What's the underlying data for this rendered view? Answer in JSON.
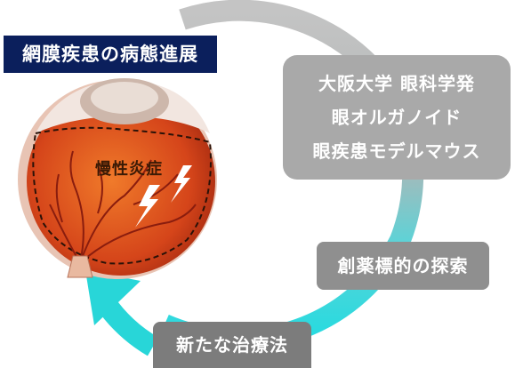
{
  "diagram": {
    "title": "網膜疾患の病態進展",
    "eye_label": "慢性炎症",
    "right_box_lines": [
      "大阪大学 眼科学発",
      "眼オルガノイド",
      "眼疾患モデルマウス"
    ],
    "middle_box": "創薬標的の探索",
    "bottom_box": "新たな治療法",
    "colors": {
      "title_bg": "#0b1f5c",
      "arrow_grey": "#b8b8b8",
      "arrow_cyan": "#28d6d8",
      "eye_orange": "#d9541a",
      "box_grey": "#a9a9a9"
    }
  }
}
